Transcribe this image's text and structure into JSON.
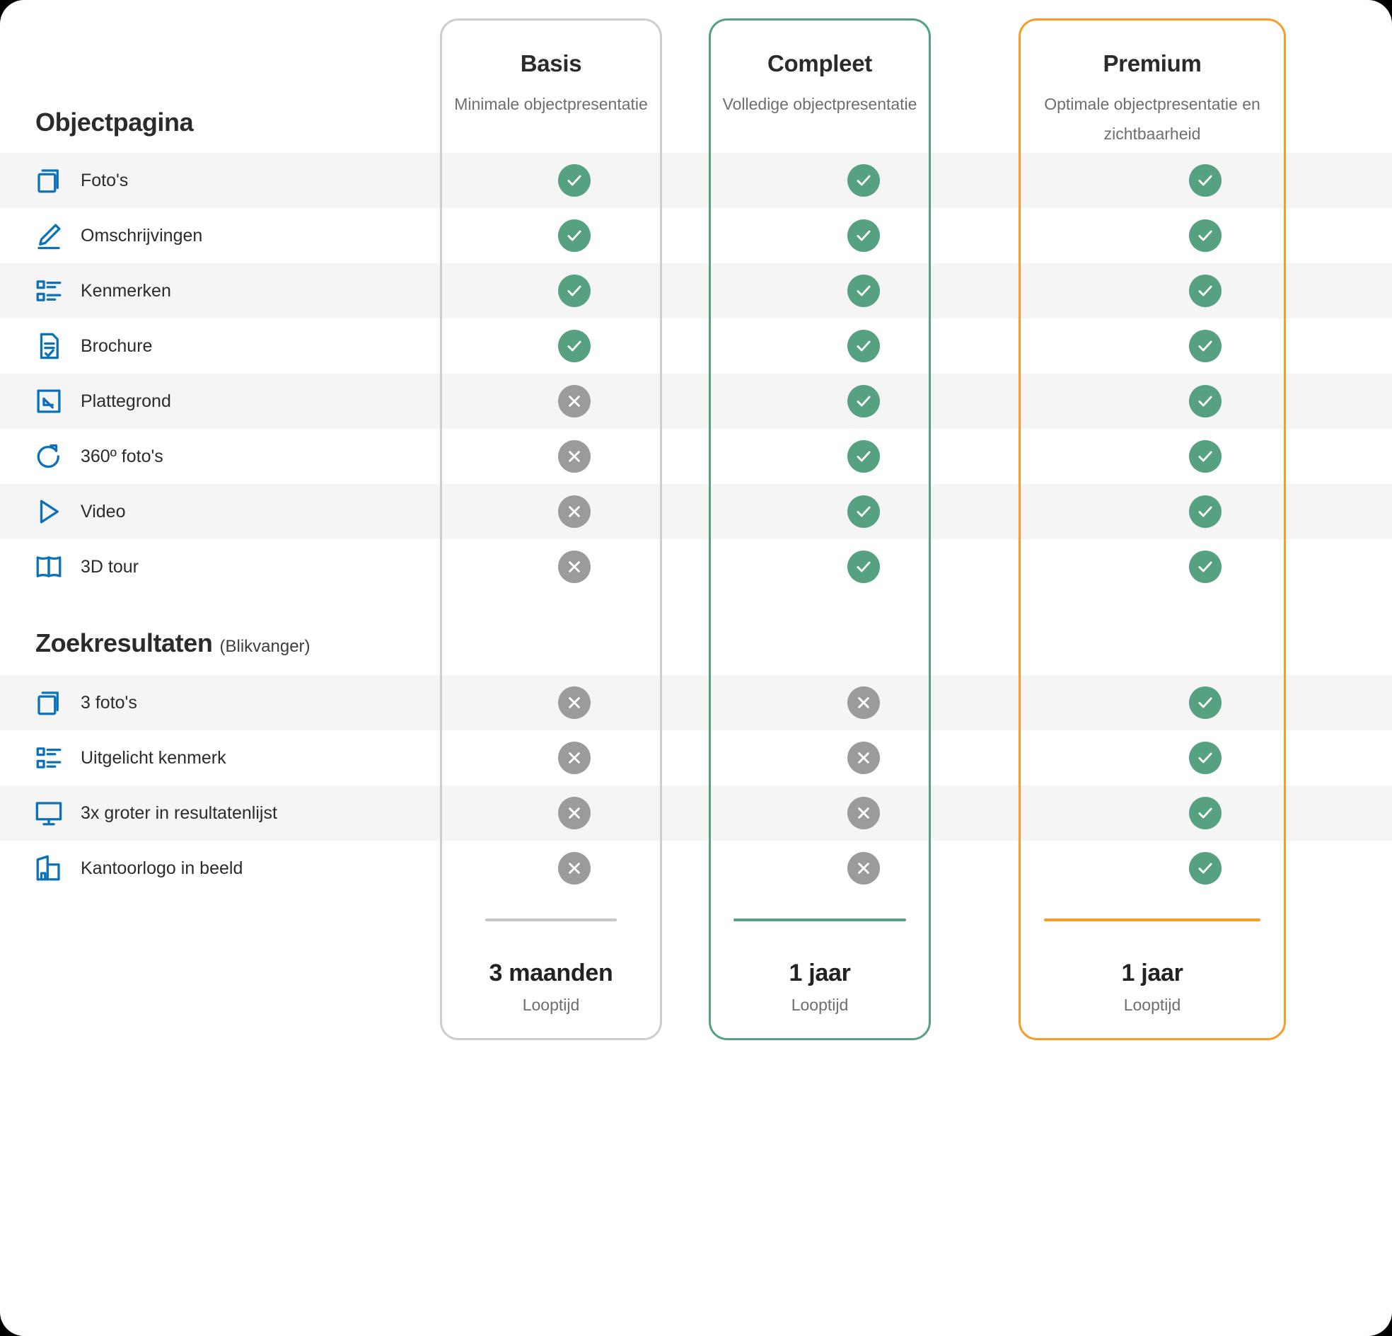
{
  "colors": {
    "brand_blue": "#0b72b9",
    "yes_green": "#56a180",
    "no_gray": "#9b9b9b",
    "basis_border": "#cdcdcd",
    "compleet_border": "#55a081",
    "premium_border": "#f89c28",
    "stripe": "#f5f5f5",
    "text_dark": "#2b2b2b",
    "text_muted": "#6e6e6e"
  },
  "plans": [
    {
      "key": "basis",
      "title": "Basis",
      "subtitle": "Minimale objectpresentatie",
      "term": "3 maanden",
      "term_label": "Looptijd"
    },
    {
      "key": "compleet",
      "title": "Compleet",
      "subtitle": "Volledige objectpresentatie",
      "term": "1 jaar",
      "term_label": "Looptijd"
    },
    {
      "key": "premium",
      "title": "Premium",
      "subtitle": "Optimale objectpresentatie en zichtbaarheid",
      "term": "1 jaar",
      "term_label": "Looptijd"
    }
  ],
  "sections": [
    {
      "key": "objectpagina",
      "heading": "Objectpagina",
      "note": "",
      "rows": [
        {
          "label": "Foto's",
          "icon": "photos-icon",
          "values": [
            "yes",
            "yes",
            "yes"
          ]
        },
        {
          "label": "Omschrijvingen",
          "icon": "pencil-icon",
          "values": [
            "yes",
            "yes",
            "yes"
          ]
        },
        {
          "label": "Kenmerken",
          "icon": "list-icon",
          "values": [
            "yes",
            "yes",
            "yes"
          ]
        },
        {
          "label": "Brochure",
          "icon": "document-icon",
          "values": [
            "yes",
            "yes",
            "yes"
          ]
        },
        {
          "label": "Plattegrond",
          "icon": "floorplan-icon",
          "values": [
            "no",
            "yes",
            "yes"
          ]
        },
        {
          "label": "360º foto's",
          "icon": "rotate-icon",
          "values": [
            "no",
            "yes",
            "yes"
          ]
        },
        {
          "label": "Video",
          "icon": "play-icon",
          "values": [
            "no",
            "yes",
            "yes"
          ]
        },
        {
          "label": "3D tour",
          "icon": "cube-icon",
          "values": [
            "no",
            "yes",
            "yes"
          ]
        }
      ]
    },
    {
      "key": "zoekresultaten",
      "heading": "Zoekresultaten",
      "note": "(Blikvanger)",
      "rows": [
        {
          "label": "3 foto's",
          "icon": "photos-icon",
          "values": [
            "no",
            "no",
            "yes"
          ]
        },
        {
          "label": "Uitgelicht kenmerk",
          "icon": "list-icon",
          "values": [
            "no",
            "no",
            "yes"
          ]
        },
        {
          "label": "3x groter in resultatenlijst",
          "icon": "monitor-icon",
          "values": [
            "no",
            "no",
            "yes"
          ]
        },
        {
          "label": "Kantoorlogo in beeld",
          "icon": "building-icon",
          "values": [
            "no",
            "no",
            "yes"
          ]
        }
      ]
    }
  ],
  "status_icons": {
    "yes": "check-circle-icon",
    "no": "x-circle-icon"
  }
}
